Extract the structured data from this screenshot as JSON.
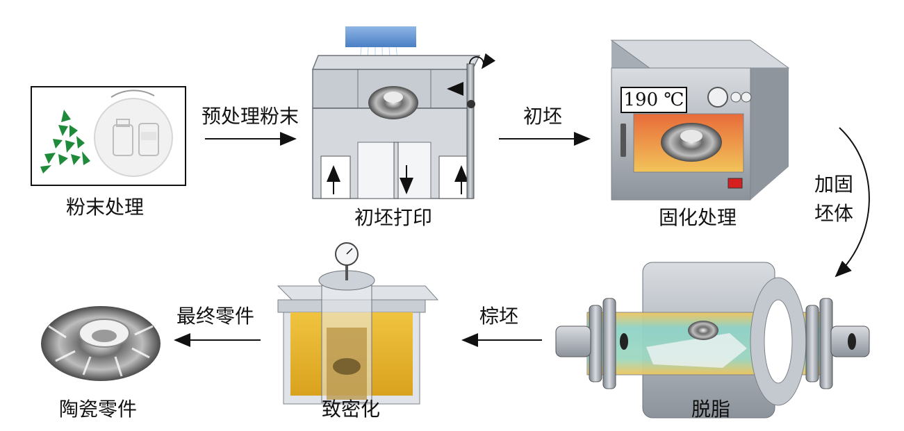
{
  "stages": [
    {
      "id": "powder",
      "label": "粉末处理"
    },
    {
      "id": "print",
      "label": "初坯打印"
    },
    {
      "id": "cure",
      "label": "固化处理"
    },
    {
      "id": "debind",
      "label": "脱脂"
    },
    {
      "id": "densify",
      "label": "致密化"
    },
    {
      "id": "part",
      "label": "陶瓷零件"
    }
  ],
  "arrows": {
    "a1": "预处理粉末",
    "a2": "初坯",
    "a3_line1": "加固",
    "a3_line2": "坯体",
    "a4": "棕坯",
    "a5": "最终零件"
  },
  "oven": {
    "temperature": "190 ℃"
  },
  "colors": {
    "powder_green": "#1f8a3a",
    "oven_glow_top": "#e86b3a",
    "oven_glow_bottom": "#f2c45a",
    "tube_cyan": "#8fd3c8",
    "tube_gold": "#f0c75e",
    "bath_gold": "#e8b52e",
    "metal_gray": "#9aa0a8",
    "printhead_blue": "#5b8fd0",
    "switch_red": "#d61f1f"
  }
}
